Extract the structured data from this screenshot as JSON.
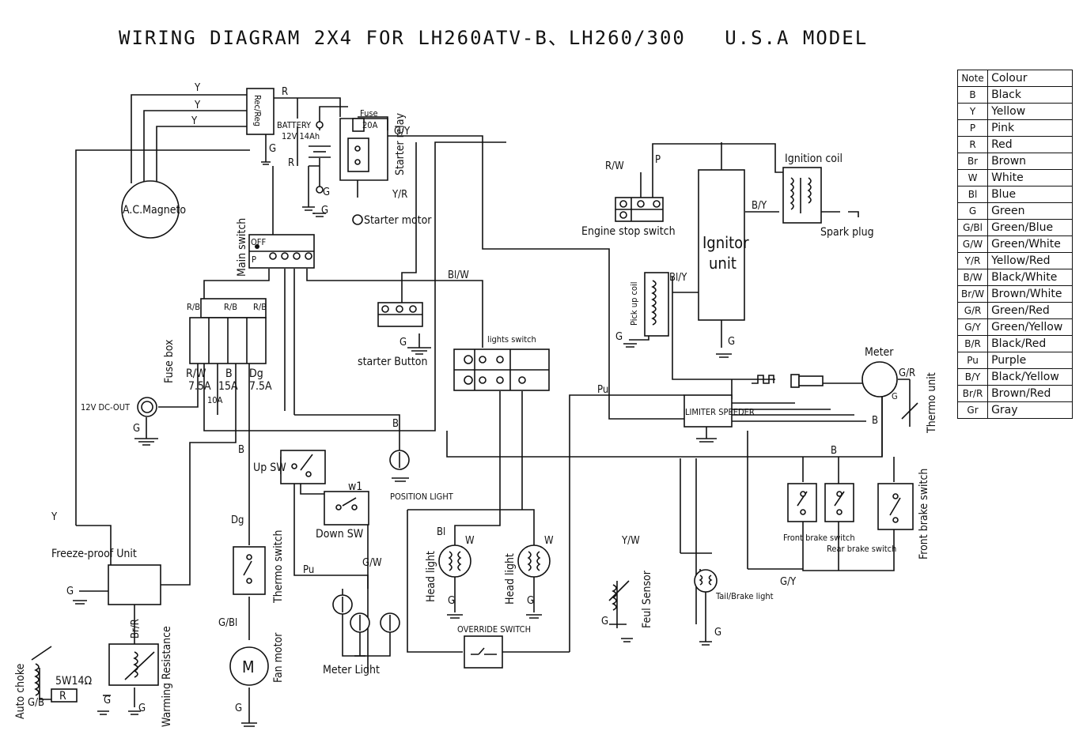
{
  "title": "WIRING DIAGRAM 2X4 FOR LH260ATV-B、LH260/300   U.S.A MODEL",
  "legend": {
    "header_note": "Note",
    "header_colour": "Colour",
    "rows": [
      {
        "code": "B",
        "name": "Black"
      },
      {
        "code": "Y",
        "name": "Yellow"
      },
      {
        "code": "P",
        "name": "Pink"
      },
      {
        "code": "R",
        "name": "Red"
      },
      {
        "code": "Br",
        "name": "Brown"
      },
      {
        "code": "W",
        "name": "White"
      },
      {
        "code": "Bl",
        "name": "Blue"
      },
      {
        "code": "G",
        "name": "Green"
      },
      {
        "code": "G/Bl",
        "name": "Green/Blue"
      },
      {
        "code": "G/W",
        "name": "Green/White"
      },
      {
        "code": "Y/R",
        "name": "Yellow/Red"
      },
      {
        "code": "B/W",
        "name": "Black/White"
      },
      {
        "code": "Br/W",
        "name": "Brown/White"
      },
      {
        "code": "G/R",
        "name": "Green/Red"
      },
      {
        "code": "G/Y",
        "name": "Green/Yellow"
      },
      {
        "code": "B/R",
        "name": "Black/Red"
      },
      {
        "code": "Pu",
        "name": "Purple"
      },
      {
        "code": "B/Y",
        "name": "Black/Yellow"
      },
      {
        "code": "Br/R",
        "name": "Brown/Red"
      },
      {
        "code": "Gr",
        "name": "Gray"
      }
    ]
  },
  "components": {
    "ac_magneto": "A.C.Magneto",
    "rec_reg": "Rec/Reg",
    "battery": "BATTERY",
    "battery_spec": "12V 14Ah",
    "fuse": "Fuse",
    "fuse_rating": "20A",
    "starter_relay": "Starter relay",
    "starter_motor": "Starter motor",
    "main_switch": "Main switch",
    "off": "OFF",
    "p": "P",
    "fuse_box": "Fuse box",
    "fuse_rw": "R/W",
    "fuse_b": "B",
    "fuse_dg": "Dg",
    "fuse_75a_1": "7.5A",
    "fuse_15a": "15A",
    "fuse_75a_2": "7.5A",
    "fuse_10a": "10A",
    "dc_out": "12V DC-OUT",
    "starter_button": "starter Button",
    "lights_switch": "lights switch",
    "engine_stop_switch": "Engine stop switch",
    "ignitor_unit_1": "Ignitor",
    "ignitor_unit_2": "unit",
    "ignition_coil": "Ignition coil",
    "spark_plug": "Spark plug",
    "pick_up_coil": "Pick up coil",
    "limiter_speeder": "LIMITER SPEEDER",
    "meter": "Meter",
    "thermo_unit": "Thermo unit",
    "position_light": "POSITION LIGHT",
    "up_sw": "Up SW",
    "down_sw": "Down SW",
    "w1": "w1",
    "thermo_switch": "Thermo switch",
    "fan_motor": "Fan motor",
    "motor_m": "M",
    "meter_light": "Meter Light",
    "override_switch": "OVERRIDE SWITCH",
    "head_light_1": "Head light",
    "head_light_2": "Head light",
    "fuel_sensor": "Feul Sensor",
    "tail_brake_light": "Tail/Brake light",
    "front_brake_switch_small": "Front brake switch",
    "rear_brake_switch": "Rear brake switch",
    "front_brake_switch": "Front brake switch",
    "freeze_proof_unit": "Freeze-proof Unit",
    "warming_resistance": "Warming Resistance",
    "auto_choke": "Auto choke",
    "resistor_r": "R",
    "resistor_spec": "5W14Ω"
  },
  "wires": {
    "y1": "Y",
    "y2": "Y",
    "y3": "Y",
    "r1": "R",
    "r2": "R",
    "g_recreg": "G",
    "g_bat1": "G",
    "g_bat2": "G",
    "gy_top": "G/Y",
    "yr": "Y/R",
    "rw_top": "R/W",
    "p_top": "P",
    "by": "B/Y",
    "bly": "Bl/Y",
    "g_pickup": "G",
    "g_ignitor": "G",
    "gr_meter": "G/R",
    "g_meter": "G",
    "b_meter": "B",
    "rb1": "R/B",
    "rb2": "R/B",
    "rb3": "R/B",
    "blw": "Bl/W",
    "g_startbtn": "G",
    "g_dcout": "G",
    "b_mid": "B",
    "b_left": "B",
    "pu_mid": "Pu",
    "b_right": "B",
    "y_left": "Y",
    "g_freeze": "G",
    "br_r": "Br/R",
    "dg": "Dg",
    "g_bl": "G/Bl",
    "pu_left": "Pu",
    "gw": "G/W",
    "bl_head": "Bl",
    "w_head1": "W",
    "w_head2": "W",
    "g_head1": "G",
    "g_head2": "G",
    "yw": "Y/W",
    "g_fuel": "G",
    "g_tail": "G",
    "gy_bottom": "G/Y",
    "gb_choke": "G/B",
    "g_res": "G",
    "g_warm": "G",
    "g_fan": "G"
  }
}
